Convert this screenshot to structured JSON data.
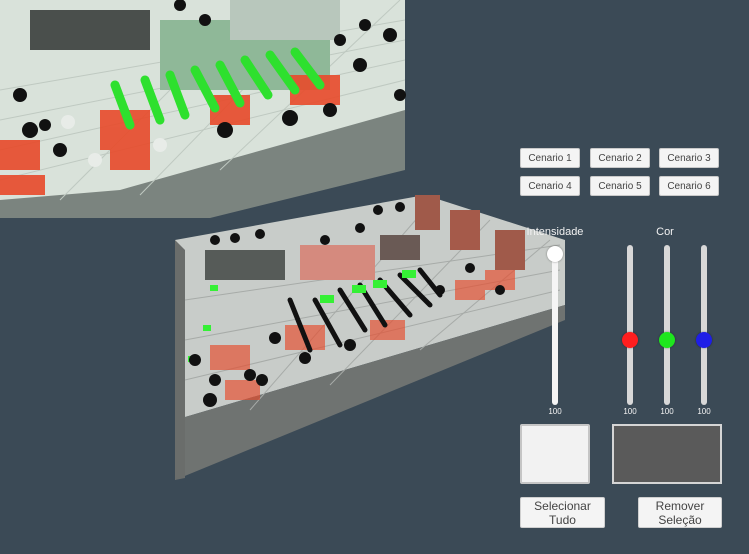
{
  "scenario_buttons": [
    "Cenario 1",
    "Cenario 2",
    "Cenario 3",
    "Cenario 4",
    "Cenario 5",
    "Cenario 6"
  ],
  "intensity": {
    "label": "Intensidade",
    "value_label": "100",
    "value": 100,
    "max": 100
  },
  "color": {
    "label": "Cor",
    "channels": [
      {
        "value_label": "100",
        "value": 100,
        "color": "#ff1e1e"
      },
      {
        "value_label": "100",
        "value": 100,
        "color": "#1ee61e"
      },
      {
        "value_label": "100",
        "value": 100,
        "color": "#1e1ee6"
      }
    ]
  },
  "preview": {
    "light_color": "#f2f2f2",
    "selection_color": "#5a5a5a"
  },
  "actions": {
    "select_all": "Selecionar Tudo",
    "remove_selection": "Remover Seleção"
  }
}
